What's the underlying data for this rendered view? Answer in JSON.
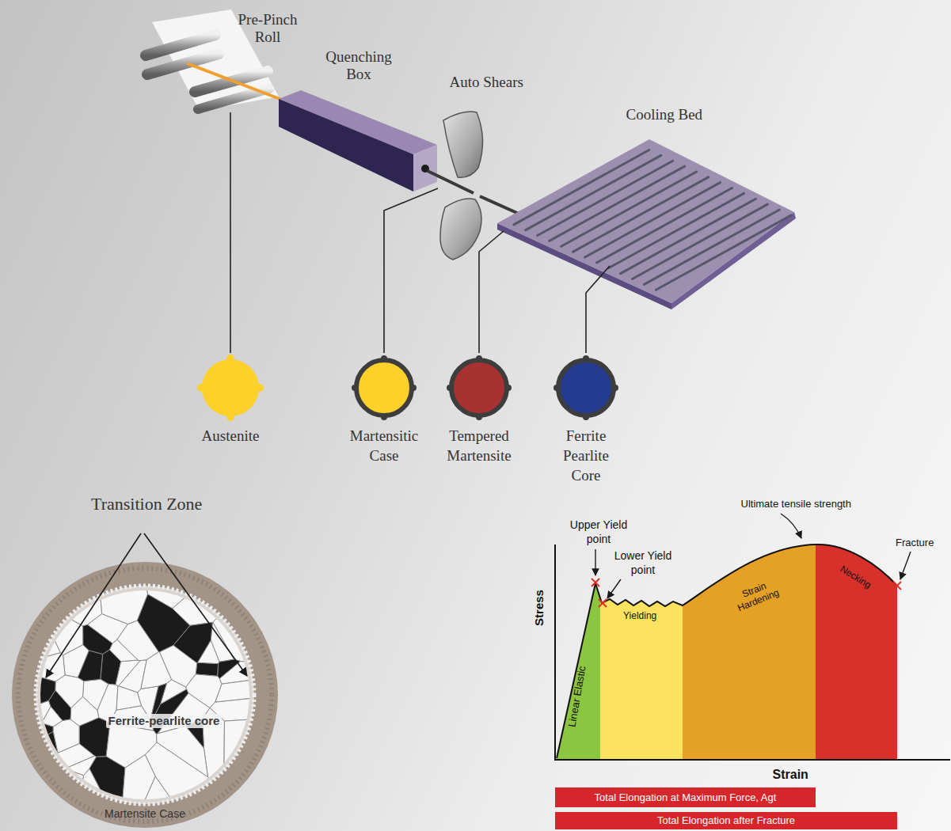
{
  "diagram": {
    "nodes": [
      {
        "text": [
          "Austenite"
        ]
      },
      {
        "text": [
          "Martensitic Case"
        ]
      },
      {
        "text": [
          "Tempered Martensite"
        ]
      },
      {
        "text": [
          "Ferrite Pearlite Core"
        ]
      },
      {
        "text": [
          "Total Elongation at Maximum Force, Agt"
        ]
      },
      {
        "text": [
          "Total Elongation after Fracture"
        ]
      }
    ],
    "labels": [
      "Pre-Pinch Roll",
      "Quenching Box",
      "Auto Shears",
      "Cooling Bed",
      "Transition Zone",
      "Ferrite-pearlite core",
      "Martensite Case",
      "Upper Yield point",
      "Lower Yield point",
      "Ultimate tensile strength",
      "Fracture",
      "Yielding",
      "Strain Hardening",
      "Necking",
      "Linear Elastic",
      "Stress",
      "Strain"
    ]
  }
}
